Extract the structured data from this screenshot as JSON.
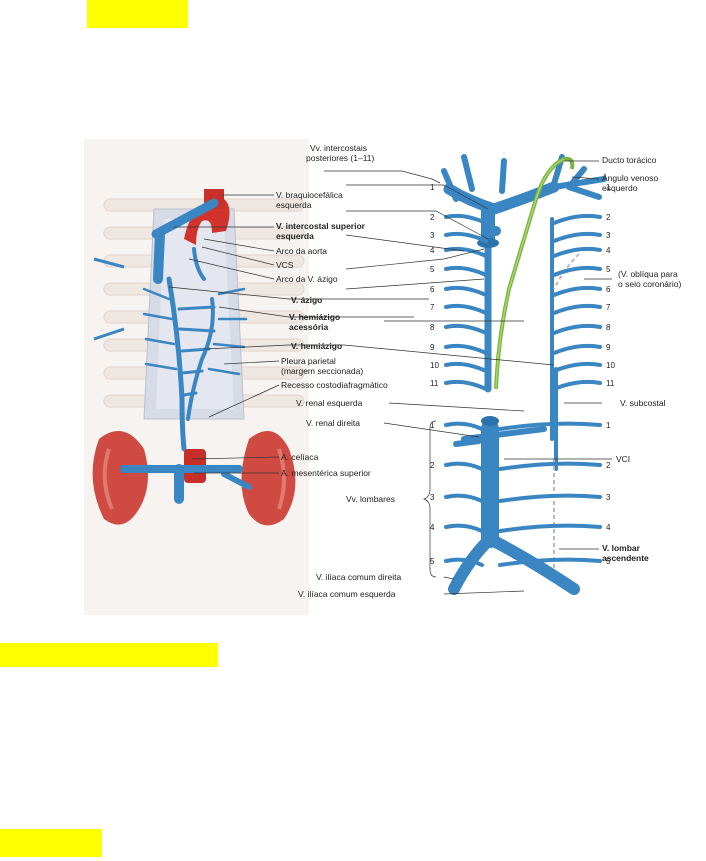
{
  "highlights": [
    "",
    "",
    ""
  ],
  "figure": {
    "labels_left": [
      "V. braquiocefálica",
      "esquerda",
      "V. intercostal superior",
      "esquerda",
      "Arco da aorta",
      "VCS",
      "Arco da V. ázigo",
      "V. ázigo",
      "V. hemiázigo",
      "acessória",
      "V. hemiázigo",
      "Pleura parietal",
      "(margem seccionada)",
      "Recesso costodiafragmático",
      "A. celíaca",
      "A. mesentérica superior"
    ],
    "labels_right": [
      "Vv. intercostais",
      "posteriores (1–11)",
      "Ducto torácico",
      "Ângulo venoso",
      "esquerdo",
      "(V. oblíqua para",
      "o seio coronário)",
      "V. renal esquerda",
      "V. renal direita",
      "V. subcostal",
      "VCI",
      "Vv. lombares",
      "V. lombar",
      "ascendente",
      "V. ilíaca comum direita",
      "V. ilíaca comum esquerda"
    ],
    "rib_numbers_left": [
      "1",
      "2",
      "3",
      "4",
      "5",
      "6",
      "7",
      "8",
      "9",
      "10",
      "11"
    ],
    "rib_numbers_right": [
      "1",
      "2",
      "3",
      "4",
      "5",
      "6",
      "7",
      "8",
      "9",
      "10",
      "11"
    ],
    "lumbar_numbers_left": [
      "1",
      "2",
      "3",
      "4",
      "5"
    ],
    "lumbar_numbers_right": [
      "1",
      "2",
      "3",
      "4",
      "5"
    ]
  }
}
